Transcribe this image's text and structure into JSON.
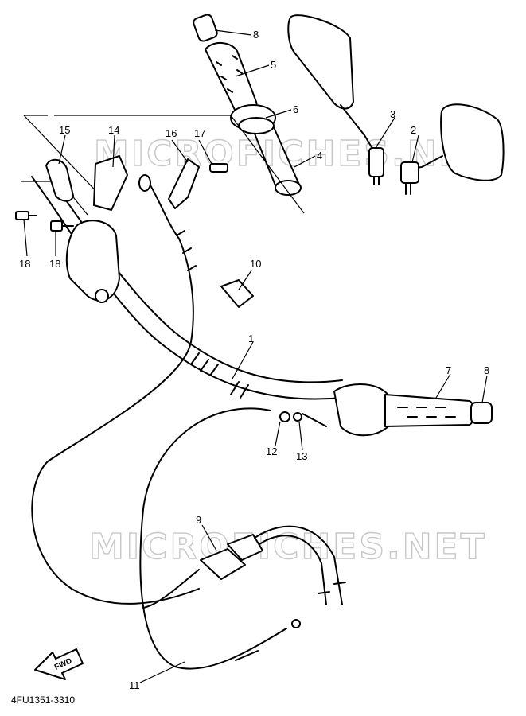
{
  "watermark": "MICROFICHES.NET",
  "diagram_code": "4FU1351-3310",
  "direction_label": "FWD",
  "callouts": {
    "c1": "1",
    "c2": "2",
    "c3": "3",
    "c4": "4",
    "c5": "5",
    "c6": "6",
    "c7": "7",
    "c8a": "8",
    "c8b": "8",
    "c9": "9",
    "c10": "10",
    "c11": "11",
    "c12": "12",
    "c13": "13",
    "c14": "14",
    "c15": "15",
    "c16": "16",
    "c17": "17",
    "c18a": "18",
    "c18b": "18"
  }
}
